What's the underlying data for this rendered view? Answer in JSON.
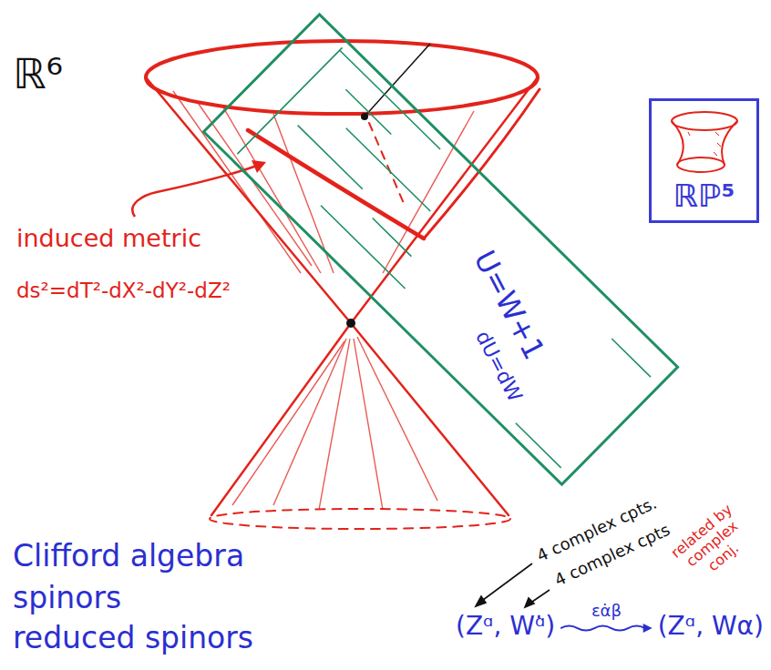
{
  "diagram": {
    "nodes": [
      {
        "text": [
          "U=W+1",
          "dU=dW"
        ]
      },
      {
        "text": [
          "ℝℙ⁵"
        ]
      }
    ],
    "labels": [
      "ℝ⁶",
      "induced metric",
      "ds²=dT²-dX²-dY²-dZ²",
      "Clifford algebra",
      "spinors",
      "reduced spinors",
      "4 complex cpts.",
      "4 complex cpts",
      "related by complex conj.",
      "(Zᵅ, Wᵅ̇)",
      "εα̇β",
      "(Zᵅ, Wα)"
    ]
  }
}
